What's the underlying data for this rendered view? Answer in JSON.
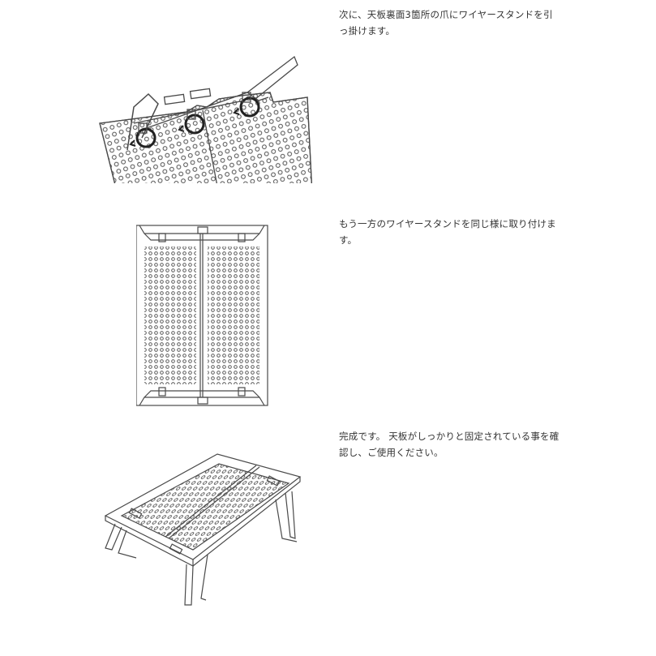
{
  "steps": [
    {
      "lines": [
        "次に、天板裏面3箇所の爪にワイヤースタンドを引",
        "っ掛けます。"
      ],
      "illustration": "wire-stand-hooking"
    },
    {
      "lines": [
        "もう一方のワイヤースタンドを同じ様に取り付けま",
        "す。"
      ],
      "illustration": "both-stands-attached-top-view"
    },
    {
      "lines": [
        "完成です。 天板がしっかりと固定されている事を確",
        "認し、ご使用ください。"
      ],
      "illustration": "assembled-table"
    }
  ],
  "colors": {
    "line": "#4a4a4a",
    "text": "#333333",
    "background": "#ffffff"
  }
}
